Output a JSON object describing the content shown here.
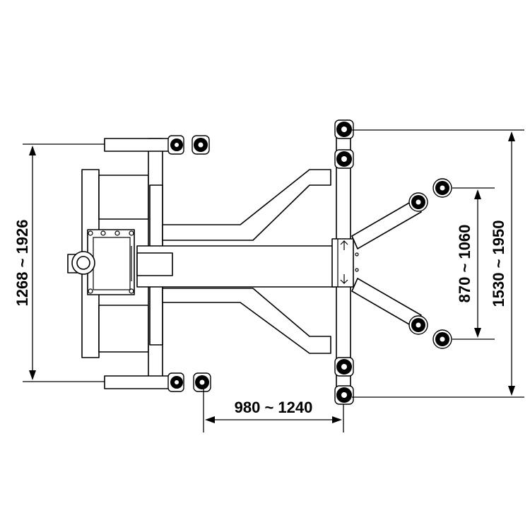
{
  "dimensions": {
    "left_height": "1268 ~ 1926",
    "bottom_width": "980 ~ 1240",
    "right_inner": "870 ~ 1060",
    "right_outer": "1530 ~ 1950"
  }
}
